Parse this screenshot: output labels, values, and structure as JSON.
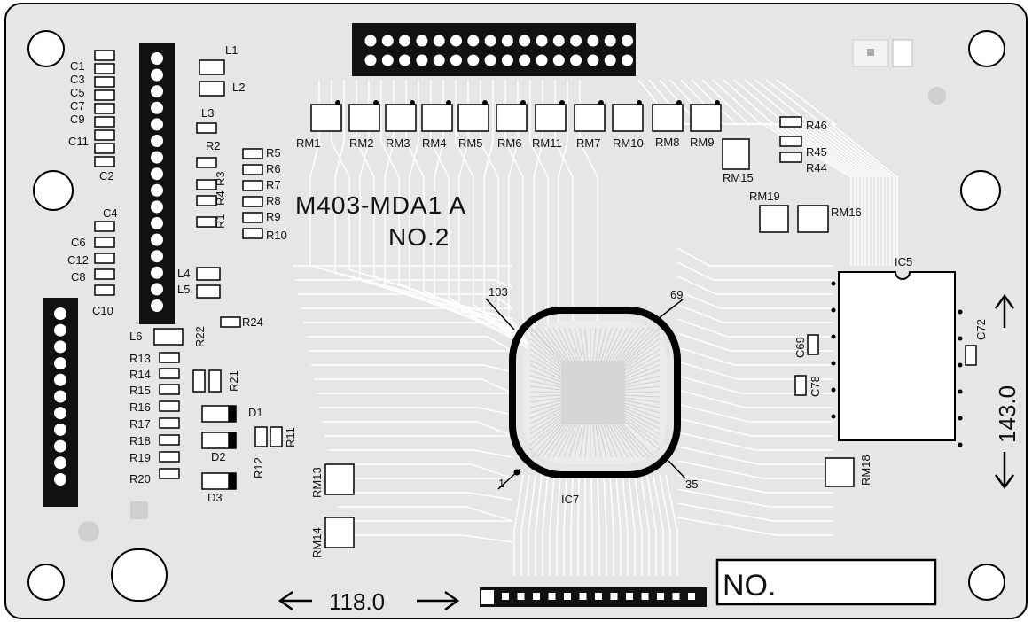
{
  "board": {
    "title": "M403-MDA1 A",
    "subtitle": "NO.2",
    "no_box_label": "NO.",
    "dim_width": "118.0",
    "dim_height": "143.0"
  },
  "colors": {
    "board": "#e6e6e6",
    "trace": "#ffffff",
    "ink": "#111111",
    "outline": "#000000"
  },
  "labels": {
    "C1": "C1",
    "C3": "C3",
    "C5": "C5",
    "C7": "C7",
    "C9": "C9",
    "C11": "C11",
    "C2": "C2",
    "C4": "C4",
    "C6": "C6",
    "C12": "C12",
    "C8": "C8",
    "C10": "C10",
    "L1": "L1",
    "L2": "L2",
    "L3": "L3",
    "L4": "L4",
    "L5": "L5",
    "L6": "L6",
    "R1": "R1",
    "R2": "R2",
    "R3": "R3",
    "R4": "R4",
    "R5": "R5",
    "R6": "R6",
    "R7": "R7",
    "R8": "R8",
    "R9": "R9",
    "R10": "R10",
    "R11": "R11",
    "R12": "R12",
    "R13": "R13",
    "R14": "R14",
    "R15": "R15",
    "R16": "R16",
    "R17": "R17",
    "R18": "R18",
    "R19": "R19",
    "R20": "R20",
    "R21": "R21",
    "R22": "R22",
    "R24": "R24",
    "R44": "R44",
    "R45": "R45",
    "R46": "R46",
    "D1": "D1",
    "D2": "D2",
    "D3": "D3",
    "RM1": "RM1",
    "RM2": "RM2",
    "RM3": "RM3",
    "RM4": "RM4",
    "RM5": "RM5",
    "RM6": "RM6",
    "RM11": "RM11",
    "RM7": "RM7",
    "RM10": "RM10",
    "RM8": "RM8",
    "RM9": "RM9",
    "RM13": "RM13",
    "RM14": "RM14",
    "RM15": "RM15",
    "RM16": "RM16",
    "RM18": "RM18",
    "RM19": "RM19",
    "IC5": "IC5",
    "IC7": "IC7",
    "C69": "C69",
    "C78": "C78",
    "C72": "C72",
    "P103": "103",
    "P69": "69",
    "P1": "1",
    "P35": "35"
  }
}
